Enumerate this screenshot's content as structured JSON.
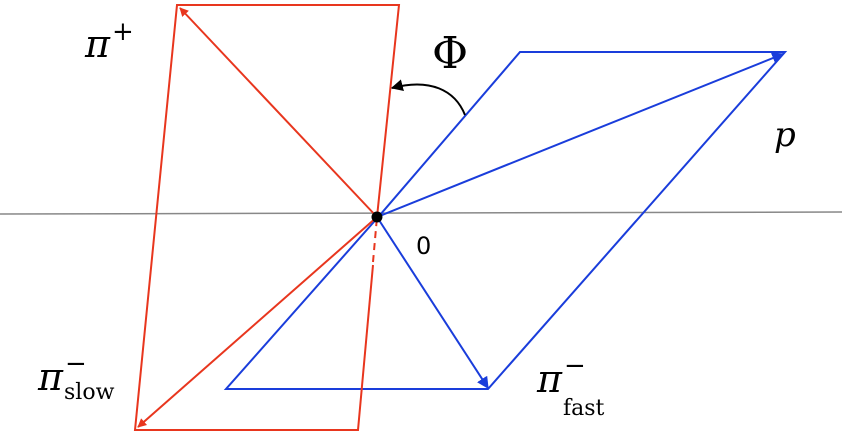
{
  "colors": {
    "red_plane": "#e8361e",
    "blue_plane": "#1a3ddb",
    "axis": "#888888",
    "text": "#000000"
  },
  "labels": {
    "pi_plus": {
      "base": "π",
      "sup": "+"
    },
    "pi_slow": {
      "base": "π",
      "sup": "−",
      "sub": "slow"
    },
    "pi_fast": {
      "base": "π",
      "sup": "−",
      "sub": "fast"
    },
    "proton": "p",
    "angle": "Φ",
    "origin": "0"
  }
}
